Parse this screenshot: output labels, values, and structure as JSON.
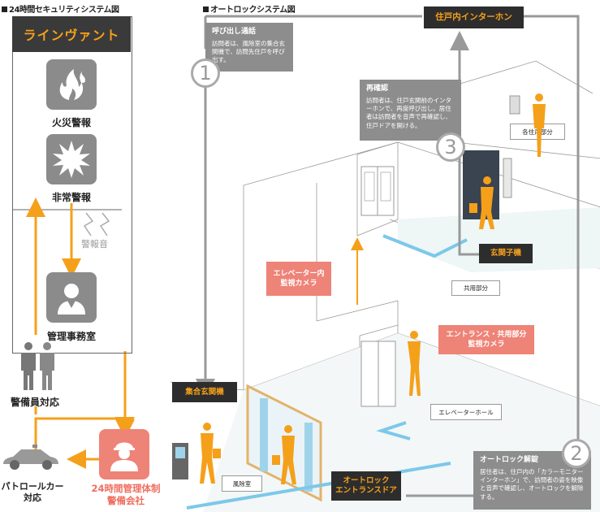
{
  "security_title": "24時間セキュリティシステム図",
  "autolock_title": "オートロックシステム図",
  "panel_title": "ラインヴァント",
  "fire_alarm": "火災警報",
  "emergency_alarm": "非常警報",
  "alarm_sound": "警報音",
  "management_office": "管理事務室",
  "guard_response": "警備員対応",
  "patrol_car": [
    "パトロールカー",
    "対応"
  ],
  "security_company": [
    "24時間管理体制",
    "警備会社"
  ],
  "call_note": {
    "title": "呼び出し通話",
    "body": "訪問者は、風除室の集合玄関機で、訪問先住戸を呼び出す。"
  },
  "recheck_note": {
    "title": "再確認",
    "body": "訪問者は、住戸玄関前のインターホンで、再度呼び出し。居住者は訪問者を音声で再確認し、住戸ドアを開ける。"
  },
  "unlock_note": {
    "title": "オートロック解錠",
    "body": "居住者は、住戸内の「カラーモニターインターホン」で、訪問者の姿を映像と音声で確認し、オートロックを解除する。"
  },
  "unit_intercom": "住戸内インターホン",
  "entrance_unit": "玄関子機",
  "entrance_panel": "集合玄関機",
  "autolock_door": [
    "オートロック",
    "エントランスドア"
  ],
  "elevator_camera": [
    "エレベーター内",
    "監視カメラ"
  ],
  "entrance_camera": [
    "エントランス・共用部分",
    "監視カメラ"
  ],
  "each_unit": "各住戸部分",
  "common_area": "共用部分",
  "elevator_hall": "エレベーターホール",
  "windbreak_room": "風除室",
  "step_numbers": [
    "1",
    "2",
    "3"
  ],
  "colors": {
    "orange": "#f5a01a",
    "gray": "#8d8d8d",
    "dark": "#2d2d2d",
    "pink": "#ee8377",
    "blue": "#7cc8ea"
  }
}
